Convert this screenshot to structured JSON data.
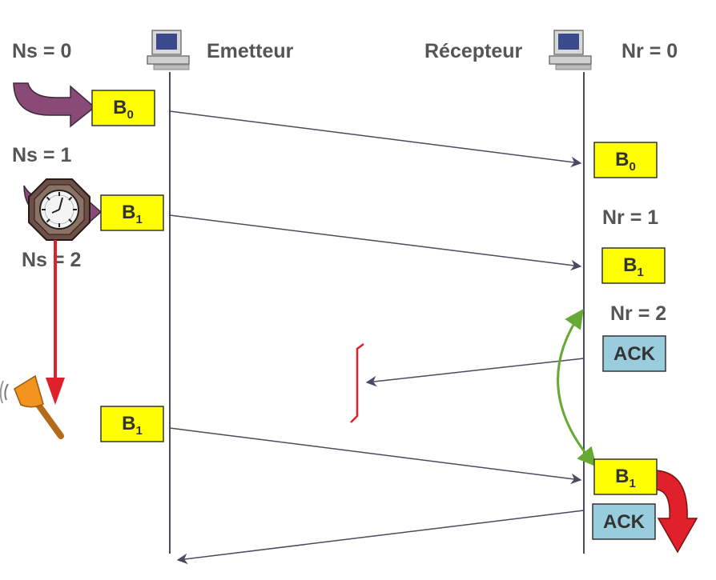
{
  "colors": {
    "frame_fill": "#ffff00",
    "ack_fill": "#99ccdd",
    "arrow": "#4a4a60",
    "red": "#e0202a",
    "purple": "#8a4a78",
    "green": "#66aa33",
    "text": "#555555"
  },
  "sender": {
    "title": "Emetteur",
    "icon": "computer-icon",
    "counters": [
      "Ns = 0",
      "Ns = 1",
      "Ns = 2"
    ]
  },
  "receiver": {
    "title": "Récepteur",
    "icon": "computer-icon",
    "counters": [
      "Nr = 0",
      "Nr = 1",
      "Nr = 2"
    ]
  },
  "frames": {
    "b0_sent": {
      "base": "B",
      "sub": "0"
    },
    "b1_sent": {
      "base": "B",
      "sub": "1"
    },
    "b0_received": {
      "base": "B",
      "sub": "0"
    },
    "b1_received": {
      "base": "B",
      "sub": "1"
    },
    "b1_resent": {
      "base": "B",
      "sub": "1"
    },
    "b1_received_again": {
      "base": "B",
      "sub": "1"
    }
  },
  "acks": {
    "first": "ACK",
    "second": "ACK"
  },
  "icons": {
    "timer": "clock-icon",
    "alarm": "bell-icon"
  }
}
